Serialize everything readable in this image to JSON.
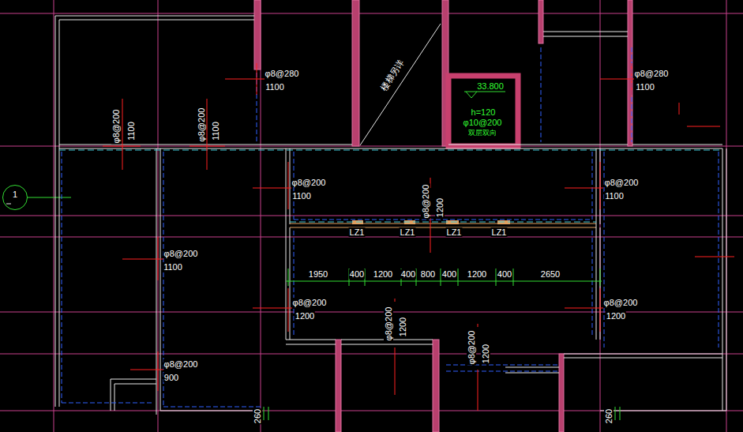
{
  "diagram": {
    "nodes": [
      {
        "text": [
          "1"
        ]
      }
    ],
    "labels": [
      "φ8@280",
      "1100",
      "φ8@280",
      "1100",
      "φ8@200",
      "1100",
      "φ8@200",
      "1100",
      "φ8@200",
      "1100",
      "φ8@200",
      "1100",
      "φ8@200",
      "1200",
      "LZ1",
      "LZ1",
      "LZ1",
      "LZ1",
      "1950",
      "400",
      "1200",
      "400",
      "800",
      "400",
      "1200",
      "400",
      "2650",
      "φ8@200",
      "1100",
      "φ8@200",
      "1200",
      "φ8@200",
      "1200",
      "φ8@200",
      "1200",
      "φ8@200",
      "1200",
      "φ8@200",
      "900",
      "260",
      "260",
      "33.800",
      "h=120",
      "φ10@200",
      "双层双向",
      "楼梯另详"
    ]
  }
}
